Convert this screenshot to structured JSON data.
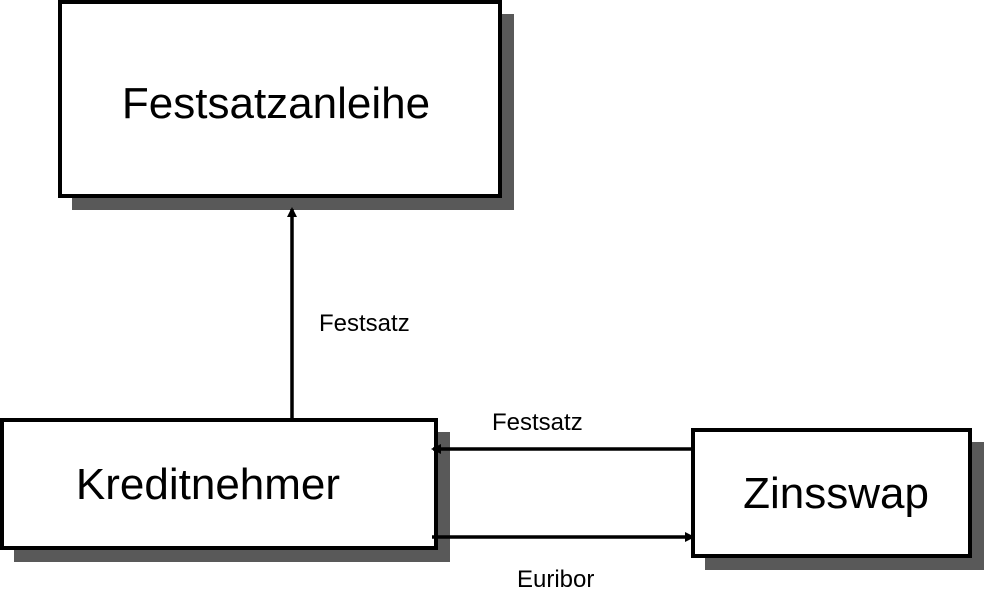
{
  "nodes": {
    "bond": {
      "label": "Festsatzanleihe"
    },
    "borrower": {
      "label": "Kreditnehmer"
    },
    "swap": {
      "label": "Zinsswap"
    }
  },
  "edges": {
    "borrower_to_bond": {
      "label": "Festsatz"
    },
    "swap_to_borrower": {
      "label": "Festsatz"
    },
    "borrower_to_swap": {
      "label": "Euribor"
    }
  },
  "colors": {
    "shadow": "#595959",
    "stroke": "#000000",
    "background": "#ffffff"
  }
}
